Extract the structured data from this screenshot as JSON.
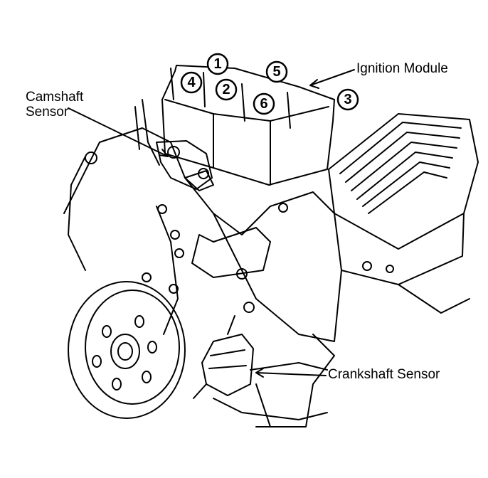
{
  "labels": {
    "ignition_module": "Ignition Module",
    "camshaft_sensor_line1": "Camshaft",
    "camshaft_sensor_line2": "Sensor",
    "crankshaft_sensor": "Crankshaft Sensor"
  },
  "coil_numbers": [
    "1",
    "2",
    "3",
    "4",
    "5",
    "6"
  ],
  "colors": {
    "ink": "#000000",
    "paper": "#ffffff"
  }
}
